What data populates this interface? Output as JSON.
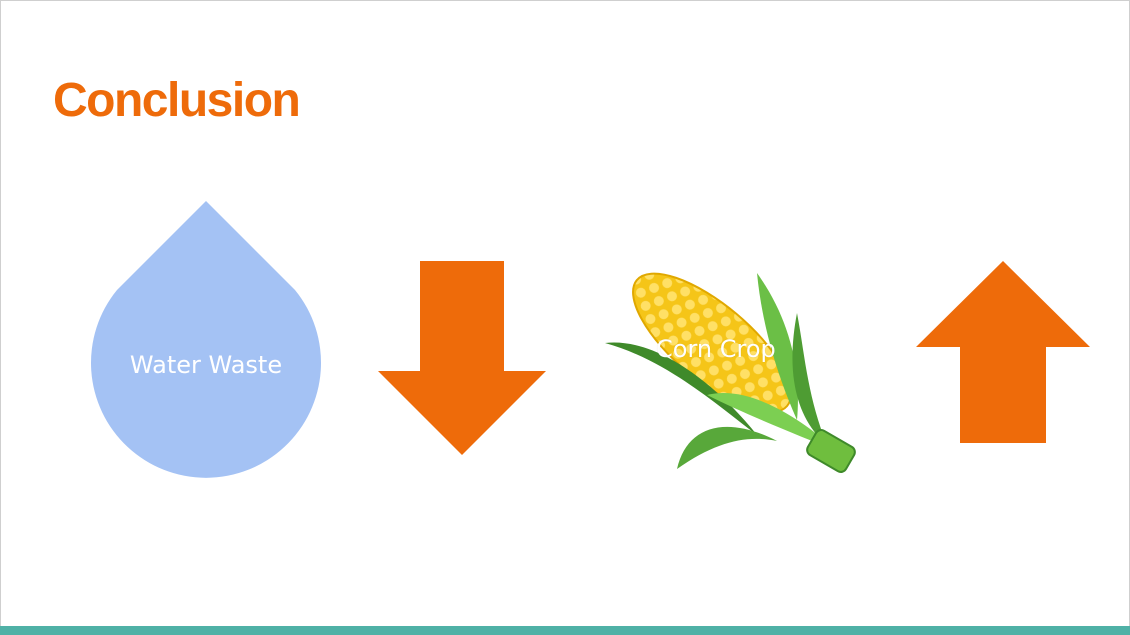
{
  "slide": {
    "title": "Conclusion",
    "items": [
      {
        "label": "Water Waste",
        "icon": "water-drop-icon",
        "color": "#a4c2f4"
      },
      {
        "icon": "arrow-down-icon",
        "color": "#ee6b0a"
      },
      {
        "label": "Corn Crop",
        "icon": "corn-icon"
      },
      {
        "icon": "arrow-up-icon",
        "color": "#ee6b0a"
      }
    ]
  },
  "colors": {
    "title": "#ee6b0a",
    "accent_bar": "#4fb1a6",
    "background": "#ffffff"
  }
}
